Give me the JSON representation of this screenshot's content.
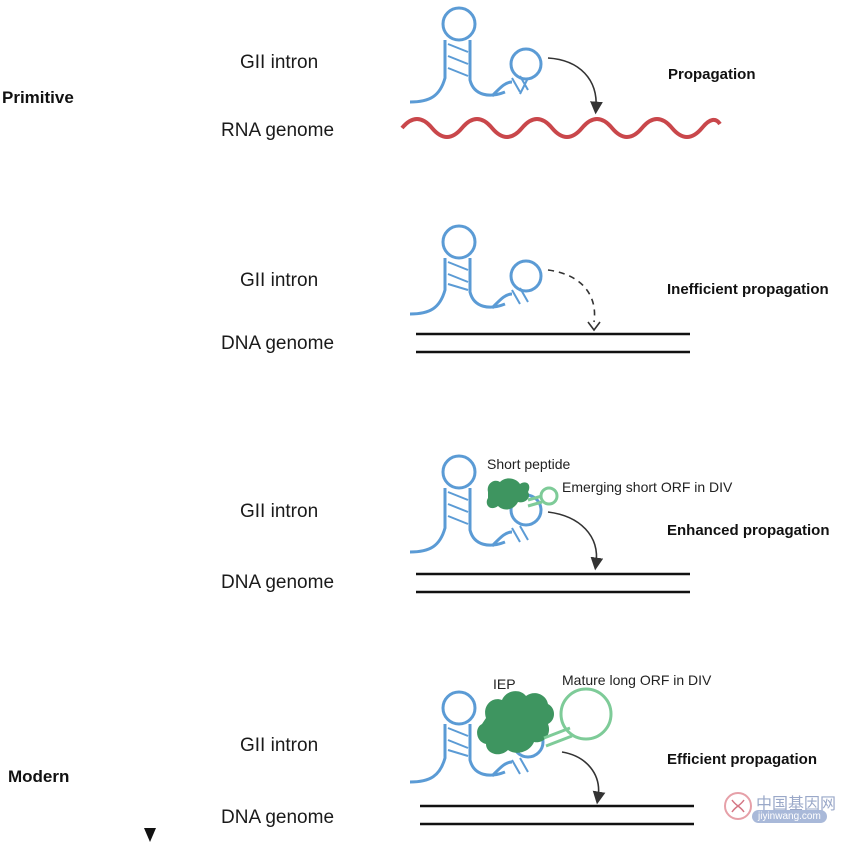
{
  "eras": {
    "top": "Primitive",
    "bottom": "Modern"
  },
  "panels": [
    {
      "intron": "GII intron",
      "genome": "RNA genome",
      "outcome": "Propagation"
    },
    {
      "intron": "GII intron",
      "genome": "DNA genome",
      "outcome": "Inefficient propagation"
    },
    {
      "intron": "GII intron",
      "genome": "DNA genome",
      "outcome": "Enhanced propagation",
      "protein_label": "Short peptide",
      "orf_label": "Emerging short ORF in DIV"
    },
    {
      "intron": "GII intron",
      "genome": "DNA genome",
      "outcome": "Efficient propagation",
      "protein_label": "IEP",
      "orf_label": "Mature long ORF in DIV"
    }
  ],
  "colors": {
    "rna": "#5b9bd5",
    "rna_genome": "#c9474b",
    "protein": "#3e9560",
    "orf": "#7ecb98",
    "arrow": "#333333"
  },
  "watermark": {
    "cn": "中国基因网",
    "url": "jiyinwang.com"
  }
}
